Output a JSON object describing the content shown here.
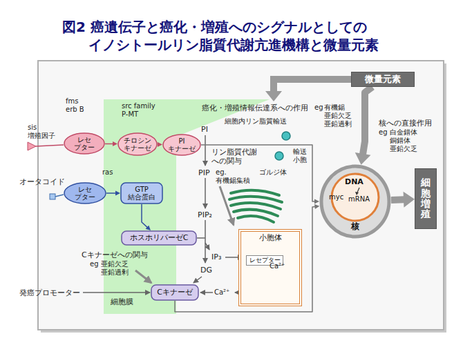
{
  "diagram": {
    "title": "図2 癌遺伝子と癌化・増殖へのシグナルとしての イノシトールリン脂質代謝亢進機構と微量元素",
    "nodes": [
      {
        "text": [
          "細胞膜"
        ]
      },
      {
        "text": [
          "レセ プター"
        ]
      },
      {
        "text": [
          "チロシン キナーゼ"
        ],
        "in": 0
      },
      {
        "text": [
          "PI キナーゼ"
        ]
      },
      {
        "text": [
          "レセ プター"
        ]
      },
      {
        "text": [
          "GTP 結合蛋白"
        ],
        "in": 0
      },
      {
        "text": [
          "ホスホリパーゼC"
        ]
      },
      {
        "text": [
          "Cキナーゼ"
        ]
      },
      {
        "text": [
          "小胞体"
        ]
      },
      {
        "text": [
          "レセプター"
        ],
        "in": 8
      },
      {
        "text": [
          "DNA",
          "myc",
          "mRNA",
          "核"
        ]
      },
      {
        "text": [
          "微量元素"
        ]
      },
      {
        "text": [
          "細胞増殖"
        ]
      }
    ],
    "edges": [
      {
        "from": 1,
        "to": 2,
        "arrow": "to"
      },
      {
        "from": 2,
        "to": 3,
        "arrow": "to"
      },
      {
        "from": 4,
        "to": 5,
        "arrow": "to"
      },
      {
        "from": 5,
        "to": 6,
        "arrow": "to"
      },
      {
        "from": 3,
        "to": 10,
        "arrow": "to"
      },
      {
        "from": 7,
        "to": 10,
        "arrow": "to"
      },
      {
        "from": 11,
        "to": 10,
        "arrow": "to"
      },
      {
        "from": 10,
        "to": 12,
        "arrow": "to"
      }
    ],
    "labels": [
      "fms",
      "erb B",
      "src family",
      "P-MT",
      "sis",
      "増殖因子",
      "ras",
      "オータコイド",
      "PI",
      "PIP",
      "eg.",
      "有機錫集積",
      "PIP₂",
      "IP₃",
      "DG",
      "Ca²⁺",
      "Ca²⁺",
      "細胞内リン脂質輸送",
      "リン脂質代謝 への関与",
      "ゴルジ体",
      "輸送 小胞",
      "癌化・増殖情報伝達系への作用",
      "eg",
      "有機錫 亜鉛欠乏 亜鉛過剰",
      "核への直接作用",
      "eg",
      "白金錯体 銅錯体 亜鉛欠乏",
      "Cキナーゼへの関与",
      "eg",
      "亜鉛欠乏 亜鉛過剰",
      "発癌プロモーター"
    ]
  }
}
